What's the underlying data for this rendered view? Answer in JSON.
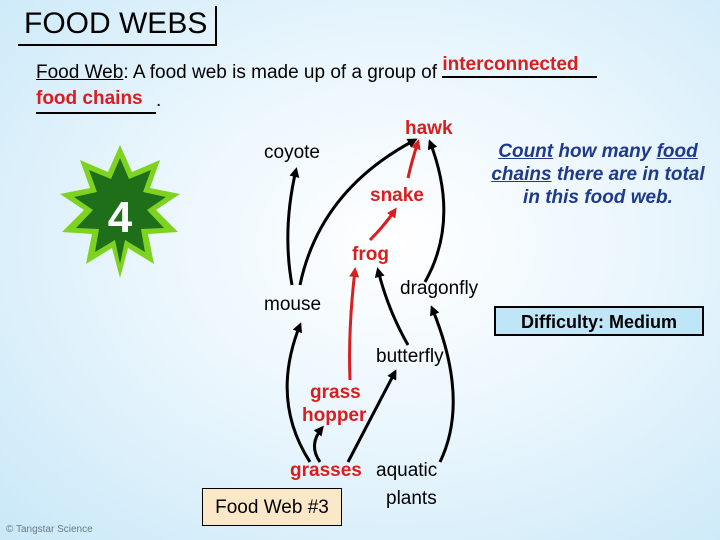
{
  "title": "FOOD WEBS",
  "definition": {
    "term": "Food Web",
    "text": ":  A food web is made up of a group of ",
    "answer1": "interconnected",
    "answer2": "food chains",
    "period": "."
  },
  "organisms": {
    "hawk": "hawk",
    "coyote": "coyote",
    "snake": "snake",
    "frog": "frog",
    "dragonfly": "dragonfly",
    "mouse": "mouse",
    "butterfly": "butterfly",
    "grasshopper_line1": "grass",
    "grasshopper_line2": "hopper",
    "grasses": "grasses",
    "aquatic_line1": "aquatic",
    "aquatic_line2": "plants"
  },
  "instruction": {
    "word1": "Count",
    "text1": " how many ",
    "word2": "food chains",
    "text2": " there are in total in this food web."
  },
  "badge_number": "4",
  "difficulty": "Difficulty: Medium",
  "web_label": "Food Web #3",
  "copyright": "© Tangstar Science",
  "colors": {
    "red": "#d81e1e",
    "badge_outer": "#7ed321",
    "badge_inner": "#1f6e1a",
    "instruction_text": "#1e3a8a"
  }
}
